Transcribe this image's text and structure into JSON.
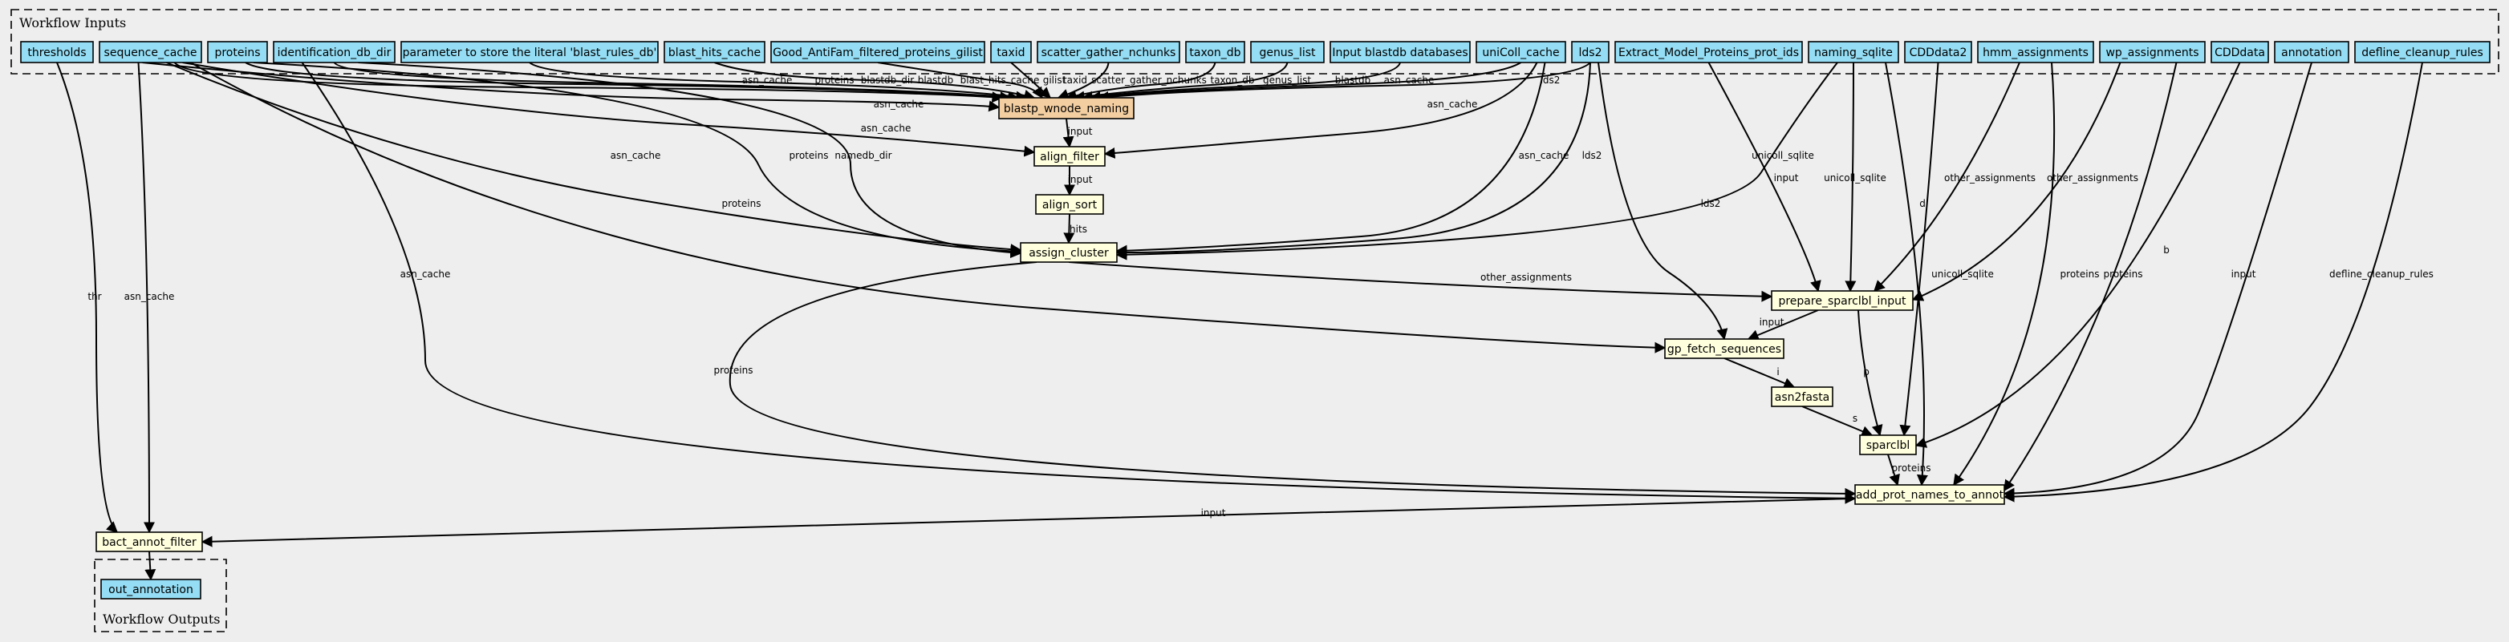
{
  "clusters": {
    "inputs": "Workflow Inputs",
    "outputs": "Workflow Outputs"
  },
  "colors": {
    "background": "#eeeeee",
    "input_node": "#94ddf4",
    "step_node": "#ffffdd",
    "main_step": "#f3cea1",
    "output_node": "#94ddf4"
  },
  "nodes": {
    "thresholds": "thresholds",
    "sequence_cache": "sequence_cache",
    "proteins": "proteins",
    "identification_db_dir": "identification_db_dir",
    "parameter_literal": "parameter to store the literal 'blast_rules_db'",
    "blast_hits_cache": "blast_hits_cache",
    "good_antifam": "Good_AntiFam_filtered_proteins_gilist",
    "taxid": "taxid",
    "scatter_gather_nchunks": "scatter_gather_nchunks",
    "taxon_db": "taxon_db",
    "genus_list": "genus_list",
    "input_blastdb": "Input blastdb databases",
    "unicoll_cache": "uniColl_cache",
    "lds2": "lds2",
    "extract_model_proteins": "Extract_Model_Proteins_prot_ids",
    "naming_sqlite": "naming_sqlite",
    "cdddata2": "CDDdata2",
    "hmm_assignments": "hmm_assignments",
    "wp_assignments": "wp_assignments",
    "cdddata": "CDDdata",
    "annotation": "annotation",
    "defline_cleanup_rules": "defline_cleanup_rules",
    "blastp_wnode_naming": "blastp_wnode_naming",
    "align_filter": "align_filter",
    "align_sort": "align_sort",
    "assign_cluster": "assign_cluster",
    "prepare_sparclbl_input": "prepare_sparclbl_input",
    "gp_fetch_sequences": "gp_fetch_sequences",
    "asn2fasta": "asn2fasta",
    "sparclbl": "sparclbl",
    "add_prot_names_to_annot": "add_prot_names_to_annot",
    "bact_annot_filter": "bact_annot_filter",
    "out_annotation": "out_annotation"
  },
  "edge_labels": {
    "l_blastp_asn_cache": "asn_cache",
    "l_blastp_proteins": "proteins",
    "l_blastp_blastdb_dir": "blastdb_dir",
    "l_blastp_blastdb": "blastdb",
    "l_blastp_blast_hits_cache": "blast_hits_cache",
    "l_blastp_gilist": "gilist",
    "l_blastp_taxid": "taxid",
    "l_blastp_scatter": "scatter_gather_nchunks",
    "l_blastp_taxon_db": "taxon_db",
    "l_blastp_genus_list": "genus_list",
    "l_blastp_blastdb2": "blastdb",
    "l_blastp_asn_cache2": "asn_cache",
    "l_blastp_lds2": "lds2",
    "l_blastp_asn_cache3": "asn_cache",
    "l_align_filter_input": "input",
    "l_align_filter_asn_cache": "asn_cache",
    "l_align_filter_asn_cache2": "asn_cache",
    "l_align_sort_input": "input",
    "l_assign_hits": "hits",
    "l_assign_asn_cache": "asn_cache",
    "l_assign_proteins": "proteins",
    "l_assign_namedb_dir": "namedb_dir",
    "l_assign_asn_cache2": "asn_cache",
    "l_assign_lds2": "lds2",
    "l_assign_unicoll_sqlite": "unicoll_sqlite",
    "l_gp_proteins": "proteins",
    "l_gp_lds2": "lds2",
    "l_prep_input": "input",
    "l_prep_unicoll_sqlite": "unicoll_sqlite",
    "l_prep_other_assignments": "other_assignments",
    "l_prep_other_assignments2": "other_assignments",
    "l_prep_other_assignments3": "other_assignments",
    "l_gp_input": "input",
    "l_asn2fasta_i": "i",
    "l_sparclbl_s": "s",
    "l_sparclbl_p": "p",
    "l_sparclbl_d": "d",
    "l_sparclbl_b": "b",
    "l_add_proteins": "proteins",
    "l_add_unicoll_sqlite": "unicoll_sqlite",
    "l_add_proteins2": "proteins",
    "l_add_proteins3": "proteins",
    "l_add_proteins4": "proteins",
    "l_add_input": "input",
    "l_add_defline": "defline_cleanup_rules",
    "l_add_asn_cache": "asn_cache",
    "l_bact_thr": "thr",
    "l_bact_asn_cache": "asn_cache",
    "l_bact_input": "input"
  }
}
